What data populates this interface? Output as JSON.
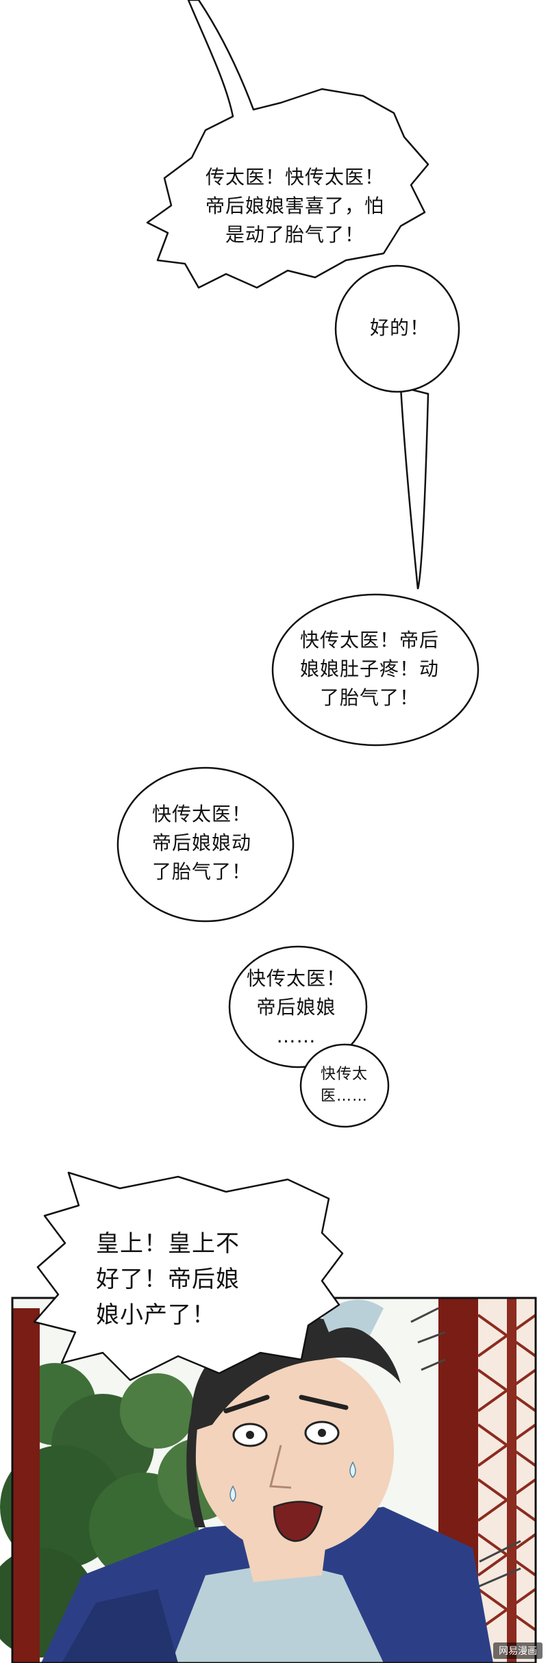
{
  "bubbles": {
    "spiky_top": "传太医！快传太医！\n帝后娘娘害喜了，怕\n是动了胎气了！",
    "reply": "好的！",
    "relay_1": "快传太医！帝后\n娘娘肚子疼！动\n了胎气了！",
    "relay_2": "快传太医！\n帝后娘娘动\n了胎气了！",
    "relay_3": "快传太医！\n帝后娘娘\n……",
    "relay_4": "快传太\n医……",
    "shout": "皇上！皇上不\n好了！帝后娘\n娘小产了！"
  },
  "watermark": "网易漫画",
  "colors": {
    "ink": "#111111",
    "robe_blue": "#2c3f86",
    "robe_light": "#b9d0d8",
    "pillar_red": "#7a1d14",
    "foliage": "#3f6f38",
    "skin": "#f3d3bb",
    "hair": "#2b2b2b"
  }
}
